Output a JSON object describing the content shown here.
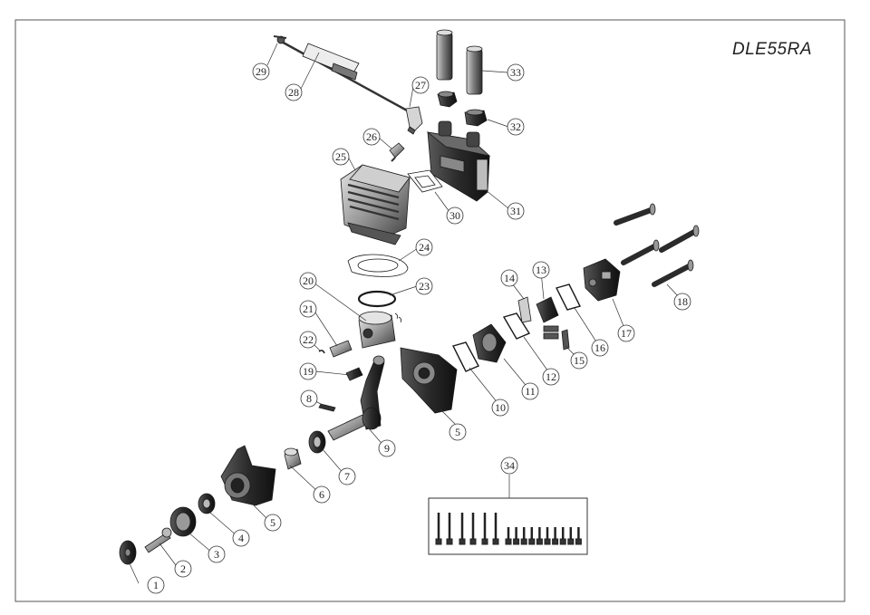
{
  "model": "DLE55RA",
  "callouts": {
    "c1": "1",
    "c2": "2",
    "c3": "3",
    "c4": "4",
    "c5a": "5",
    "c5b": "5",
    "c6": "6",
    "c7": "7",
    "c8": "8",
    "c9": "9",
    "c10": "10",
    "c11": "11",
    "c12": "12",
    "c13": "13",
    "c14": "14",
    "c15": "15",
    "c16": "16",
    "c17": "17",
    "c18": "18",
    "c19": "19",
    "c20": "20",
    "c21": "21",
    "c22": "22",
    "c23": "23",
    "c24": "24",
    "c25": "25",
    "c26": "26",
    "c27": "27",
    "c28": "28",
    "c29": "29",
    "c30": "30",
    "c31": "31",
    "c32": "32",
    "c33": "33",
    "c34": "34"
  }
}
